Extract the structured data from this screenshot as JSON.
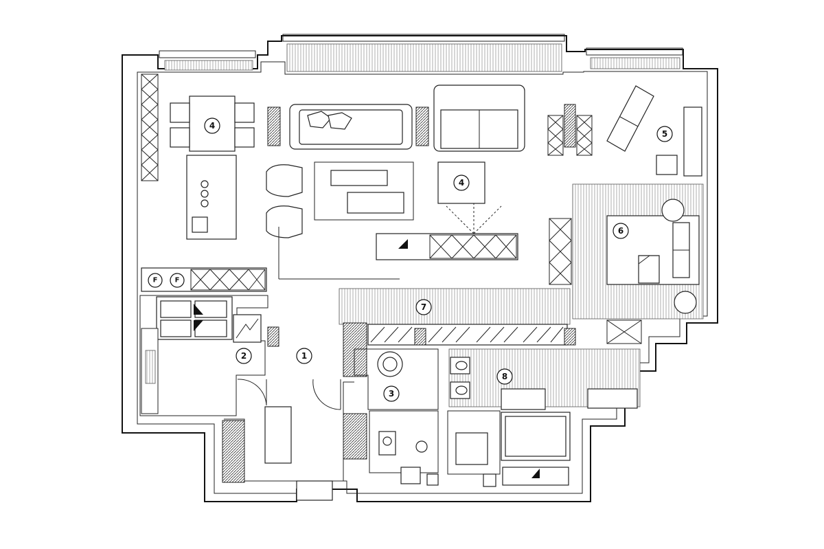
{
  "rooms": [
    {
      "id": "room-1",
      "number": "1"
    },
    {
      "id": "room-2",
      "number": "2"
    },
    {
      "id": "room-3",
      "number": "3"
    },
    {
      "id": "room-4a",
      "number": "4"
    },
    {
      "id": "room-4b",
      "number": "4"
    },
    {
      "id": "room-5",
      "number": "5"
    },
    {
      "id": "room-6",
      "number": "6"
    },
    {
      "id": "room-7",
      "number": "7"
    },
    {
      "id": "room-8",
      "number": "8"
    }
  ],
  "appliances": [
    {
      "id": "fridge-1",
      "label": "F"
    },
    {
      "id": "fridge-2",
      "label": "F"
    }
  ]
}
